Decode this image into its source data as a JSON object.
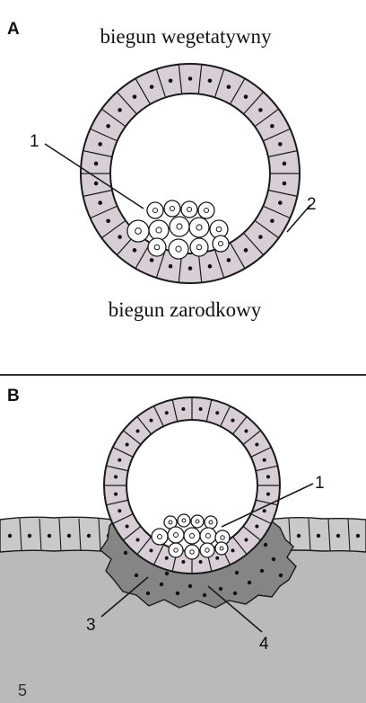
{
  "panel_a": {
    "letter": "A",
    "top_label": "biegun wegetatywny",
    "bottom_label": "biegun zarodkowy",
    "callouts": [
      "1",
      "2"
    ]
  },
  "panel_b": {
    "letter": "B",
    "callouts": [
      "1",
      "3",
      "4",
      "5"
    ]
  },
  "colors": {
    "trophoblast_cell": "#d7cfd5",
    "outline": "#1a1a1a",
    "endometrium": "#b9bab9",
    "endometrium_epithelium": "#c9c9c9",
    "syncytiotrophoblast": "#858585",
    "divider": "#333333"
  }
}
